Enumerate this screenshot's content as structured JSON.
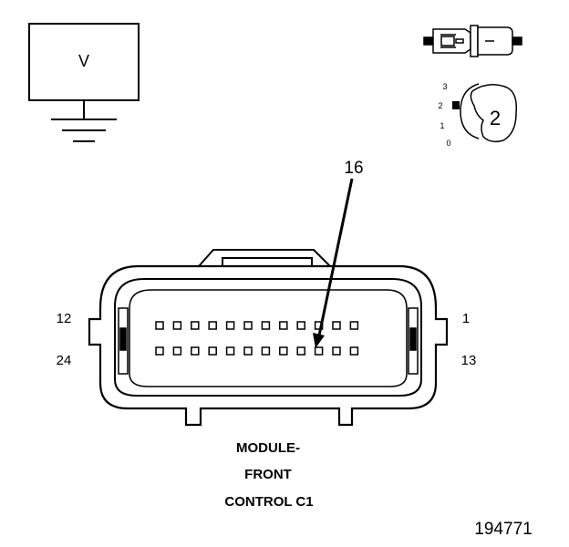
{
  "meter": {
    "label": "V"
  },
  "selector_dial": {
    "marks": [
      "3",
      "2",
      "1",
      "0"
    ],
    "setting": "2"
  },
  "connector": {
    "pin_labels": {
      "top_left": "12",
      "top_right": "1",
      "bottom_left": "24",
      "bottom_right": "13"
    },
    "probe_pin": "16",
    "name_lines": [
      "MODULE-",
      "FRONT",
      "CONTROL C1"
    ]
  },
  "figure_id": "194771",
  "colors": {
    "ink": "#000000",
    "paper": "#ffffff"
  }
}
